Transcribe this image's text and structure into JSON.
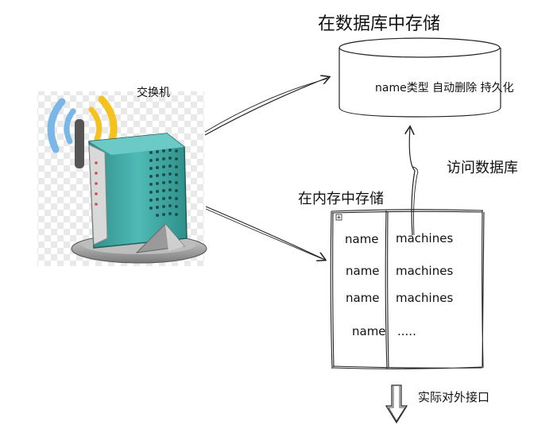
{
  "title": "在数据库中存储",
  "database": {
    "fields_label": "name类型 自动删除 持久化"
  },
  "switch": {
    "label": "交换机"
  },
  "access_label": "访问数据库",
  "memory": {
    "label": "在内存中存储",
    "rows": [
      {
        "key": "name",
        "value": "machines"
      },
      {
        "key": "name",
        "value": "machines"
      },
      {
        "key": "name",
        "value": "machines"
      },
      {
        "key": "name",
        "value": "....."
      }
    ]
  },
  "api_label": "实际对外接口",
  "colors": {
    "router_teal": "#3fa9a5",
    "signal_blue": "#7ab6e6",
    "signal_yellow": "#f3c21e",
    "stroke": "#222222"
  }
}
